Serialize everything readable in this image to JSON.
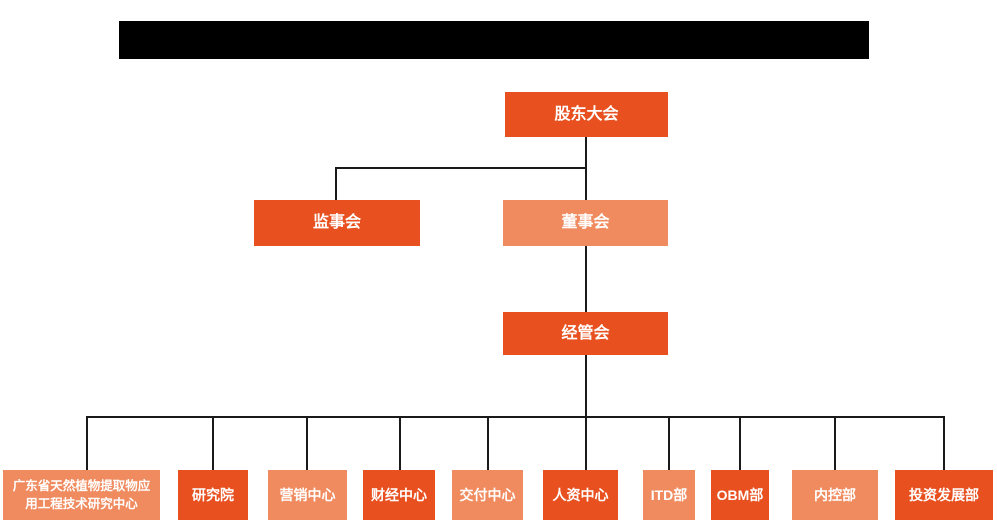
{
  "page": {
    "type": "organization-chart",
    "title_redacted": true
  },
  "org_chart": {
    "colors": {
      "primary": "#E8501F",
      "secondary": "#F08B5F",
      "line": "#1a1a1a",
      "text": "#ffffff",
      "background": "#ffffff",
      "redacted_bar": "#000000"
    },
    "root": {
      "label": "股东大会"
    },
    "supervisory": {
      "label": "监事会"
    },
    "board": {
      "label": "董事会"
    },
    "management": {
      "label": "经管会"
    },
    "departments": [
      {
        "label": "广东省天然植物提取物应用工程技术研究中心"
      },
      {
        "label": "研究院"
      },
      {
        "label": "营销中心"
      },
      {
        "label": "财经中心"
      },
      {
        "label": "交付中心"
      },
      {
        "label": "人资中心"
      },
      {
        "label": "ITD部"
      },
      {
        "label": "OBM部"
      },
      {
        "label": "内控部"
      },
      {
        "label": "投资发展部"
      }
    ]
  }
}
